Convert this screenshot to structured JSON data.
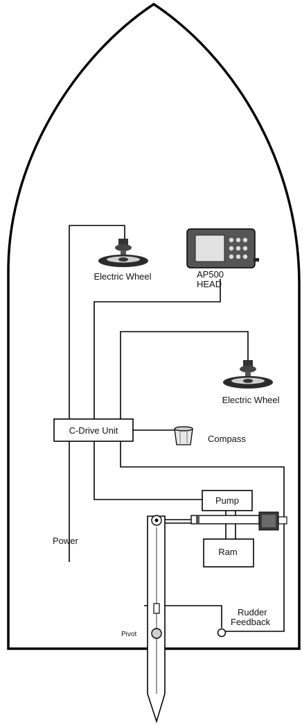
{
  "labels": {
    "electric_wheel_1": "Electric Wheel",
    "ap500_line1": "AP500",
    "ap500_line2": "HEAD",
    "electric_wheel_2": "Electric Wheel",
    "c_drive_unit": "C-Drive Unit",
    "compass": "Compass",
    "pump": "Pump",
    "power": "Power",
    "ram": "Ram",
    "rudder_line1": "Rudder",
    "rudder_line2": "Feedback",
    "pivot": "Pivot"
  }
}
